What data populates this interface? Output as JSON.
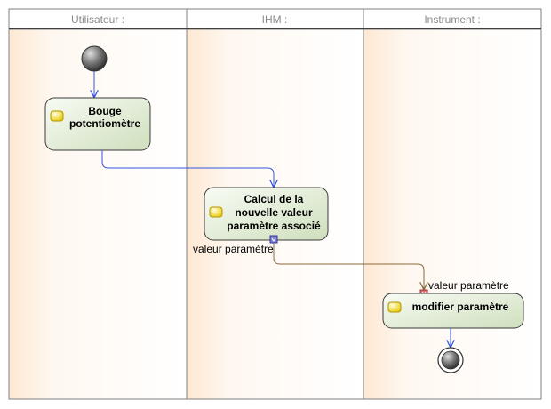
{
  "diagram": {
    "type": "uml-activity-diagram",
    "swimlanes": [
      {
        "id": "utilisateur",
        "title": "Utilisateur :"
      },
      {
        "id": "ihm",
        "title": "IHM :"
      },
      {
        "id": "instrument",
        "title": "Instrument :"
      }
    ],
    "actions": [
      {
        "id": "bouge",
        "lane": "utilisateur",
        "lines": [
          "Bouge",
          "potentiomètre"
        ]
      },
      {
        "id": "calcul",
        "lane": "ihm",
        "lines": [
          "Calcul de la",
          "nouvelle valeur",
          "paramètre associé"
        ]
      },
      {
        "id": "modifier",
        "lane": "instrument",
        "lines": [
          "modifier paramètre"
        ]
      }
    ],
    "pins": [
      {
        "id": "pin-out",
        "owner": "calcul",
        "kind": "output",
        "label": "valeur paramètre"
      },
      {
        "id": "pin-in",
        "owner": "modifier",
        "kind": "input",
        "label": "valeur paramètre"
      }
    ],
    "flows": [
      {
        "from": "initial",
        "to": "bouge",
        "kind": "control"
      },
      {
        "from": "bouge",
        "to": "calcul",
        "kind": "control"
      },
      {
        "from": "pin-out",
        "to": "pin-in",
        "kind": "object"
      },
      {
        "from": "modifier",
        "to": "final",
        "kind": "control"
      }
    ],
    "colors": {
      "lane_bg": "#fdeede",
      "border": "#808080",
      "control_flow": "#3355dd",
      "object_flow": "#8b6a3a",
      "node_border": "#3a3a3a",
      "node_fill_top": "#f6f9f1",
      "node_fill_bottom": "#d0e0bf",
      "out_pin": "#8080d8",
      "in_pin": "#dc6f6f"
    }
  }
}
